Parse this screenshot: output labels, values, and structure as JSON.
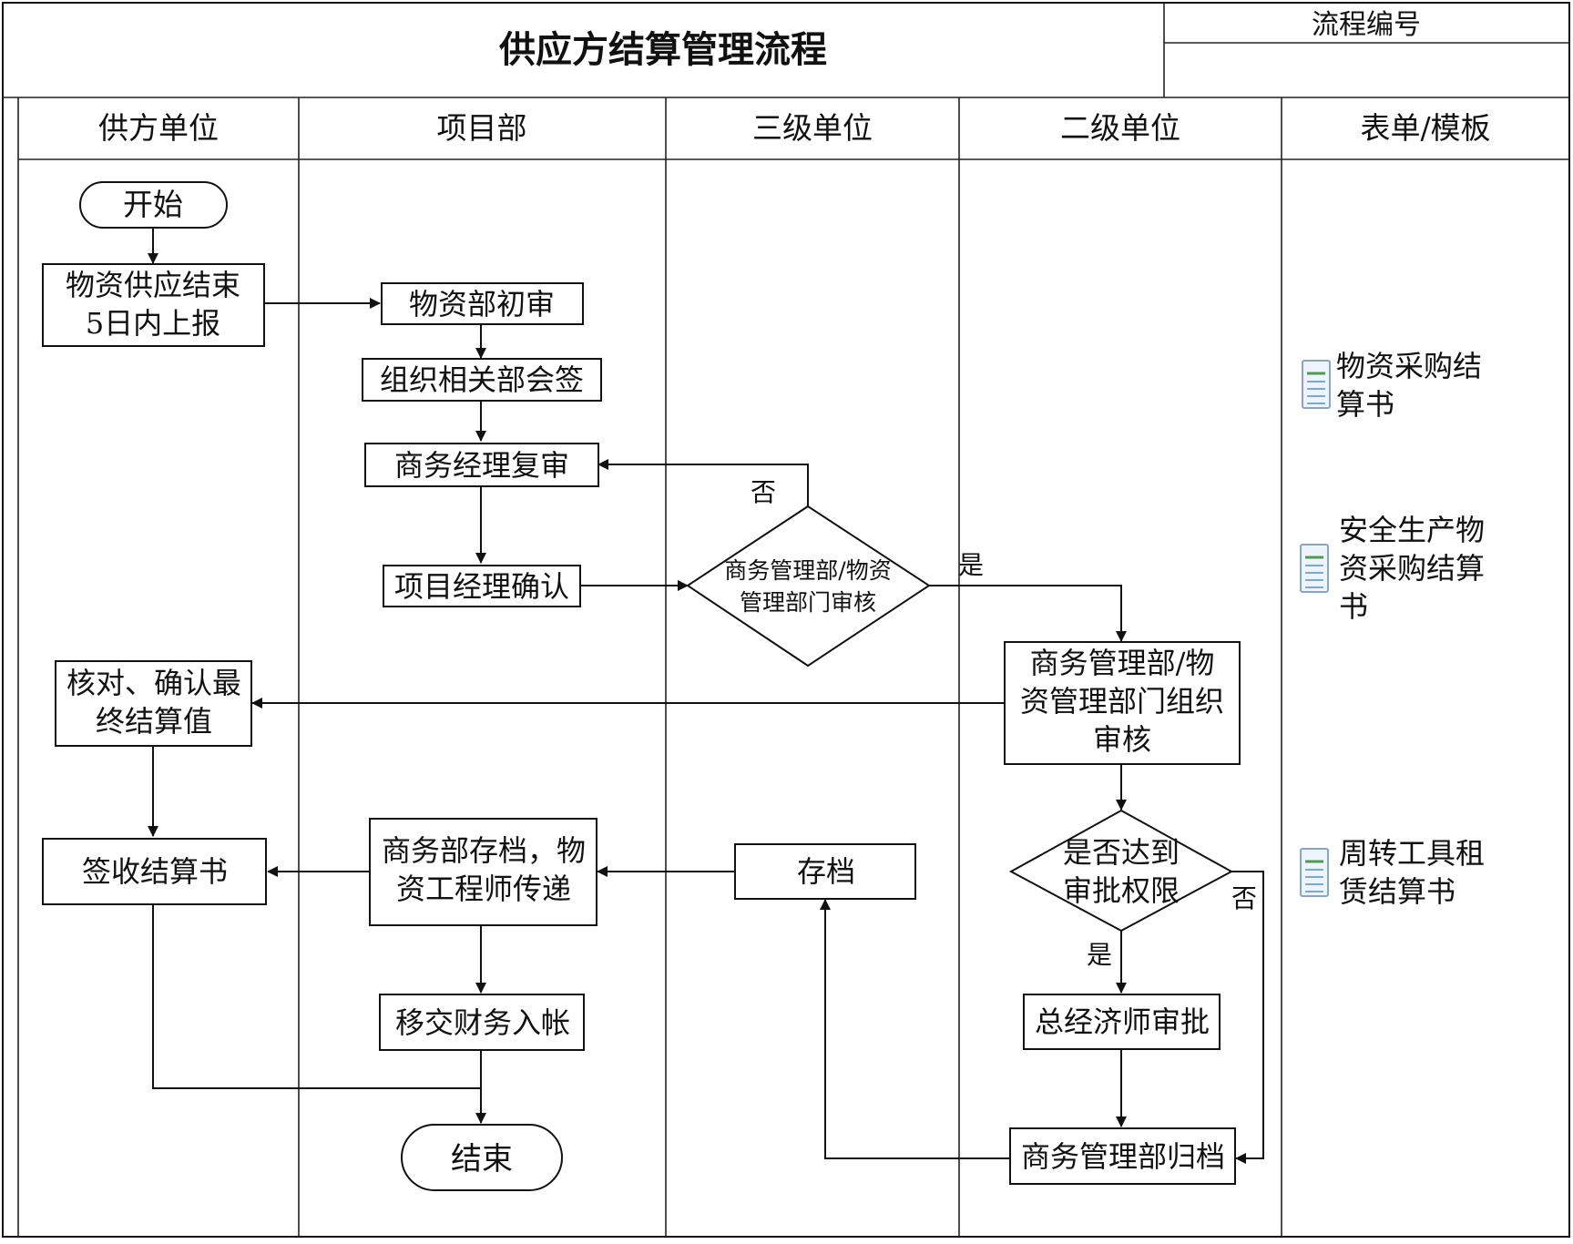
{
  "title": "供应方结算管理流程",
  "process_no_label": "流程编号",
  "process_no_value": "",
  "lanes": [
    "供方单位",
    "项目部",
    "三级单位",
    "二级单位",
    "表单/模板"
  ],
  "nodes": {
    "start": "开始",
    "n1": [
      "物资供应结束",
      "5日内上报"
    ],
    "n2": "物资部初审",
    "n3": "组织相关部会签",
    "n4": "商务经理复审",
    "n5": "项目经理确认",
    "d1": [
      "商务管理部/物资",
      "管理部门审核"
    ],
    "n6": [
      "商务管理部/物",
      "资管理部门组织",
      "审核"
    ],
    "n7": [
      "核对、确认最",
      "终结算值"
    ],
    "d2": [
      "是否达到",
      "审批权限"
    ],
    "n8": "总经济师审批",
    "n9": "商务管理部归档",
    "n10": "存档",
    "n11": [
      "商务部存档，物",
      "资工程师传递"
    ],
    "n12": "签收结算书",
    "n13": "移交财务入帐",
    "end": "结束"
  },
  "edge_labels": {
    "no1": "否",
    "yes1": "是",
    "no2": "否",
    "yes2": "是"
  },
  "forms": [
    {
      "icon": "spreadsheet-icon",
      "lines": [
        "物资采购结",
        "算书"
      ]
    },
    {
      "icon": "spreadsheet-icon",
      "lines": [
        "安全生产物",
        "资采购结算",
        "书"
      ]
    },
    {
      "icon": "spreadsheet-icon",
      "lines": [
        "周转工具租",
        "赁结算书"
      ]
    }
  ]
}
